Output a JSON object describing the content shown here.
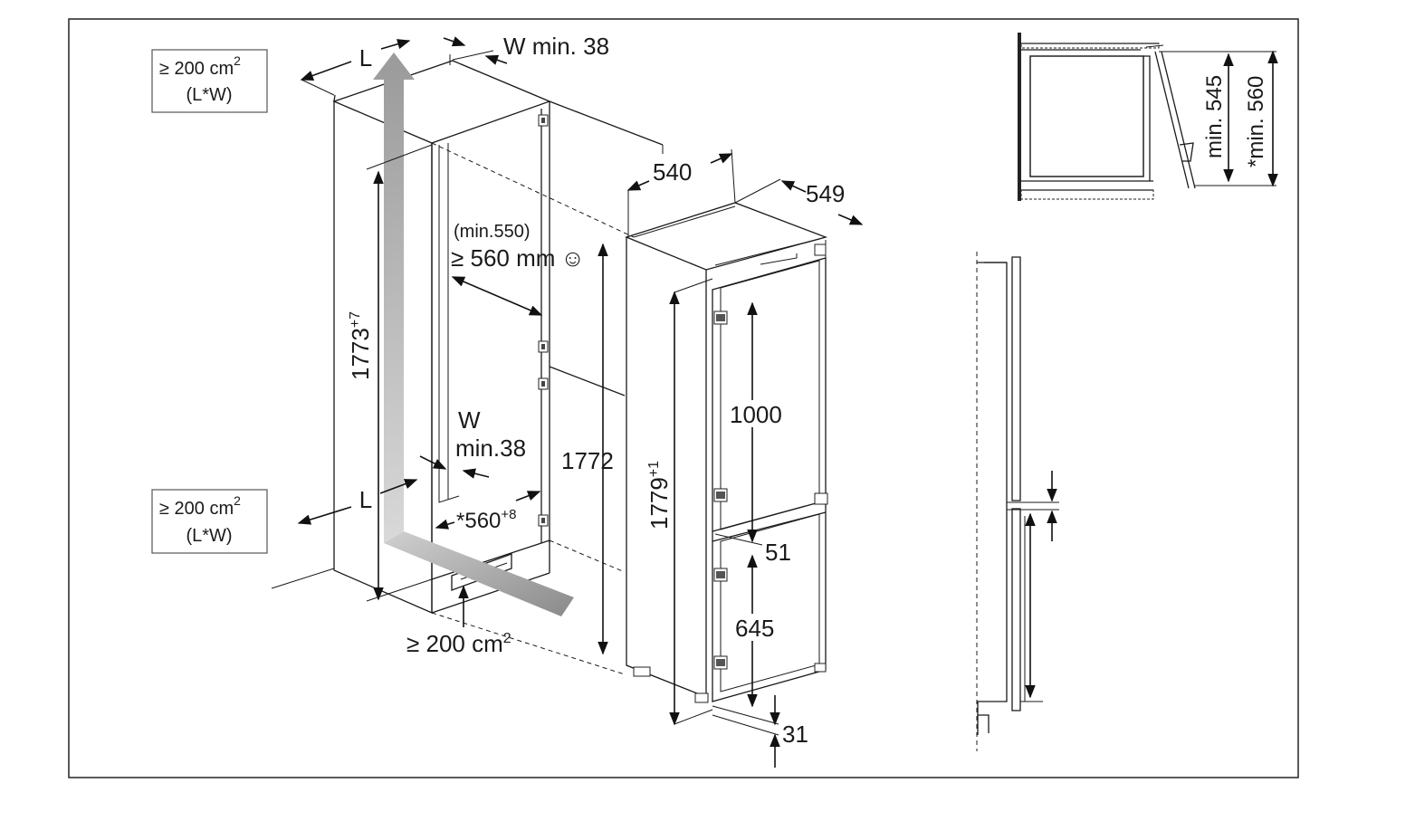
{
  "vent_boxes": {
    "top": {
      "area": "≥ 200 cm",
      "sup": "2",
      "formula": "(L*W)"
    },
    "bottom": {
      "area": "≥ 200 cm",
      "sup": "2",
      "formula": "(L*W)"
    }
  },
  "labels": {
    "L_top": "L",
    "L_bottom": "L",
    "w_min_top": "W min. 38",
    "w_mid": "W",
    "w_mid_min": "min.38",
    "depth_min": "(min.550)",
    "depth_main": "≥ 560 mm",
    "smiley": "☺",
    "height_niche": "1773",
    "height_niche_sup": "+7",
    "height_1772": "1772",
    "width_niche": "*560",
    "width_niche_sup": "+8",
    "bottom_vent": "≥ 200 cm",
    "bottom_vent_sup": "2",
    "dim_540": "540",
    "dim_549": "549",
    "height_appliance": "1779",
    "height_appliance_sup": "+1",
    "dim_1000": "1000",
    "dim_51": "51",
    "dim_645": "645",
    "dim_31": "31",
    "inset_min_545": "min. 545",
    "inset_min_560": "*min. 560"
  }
}
